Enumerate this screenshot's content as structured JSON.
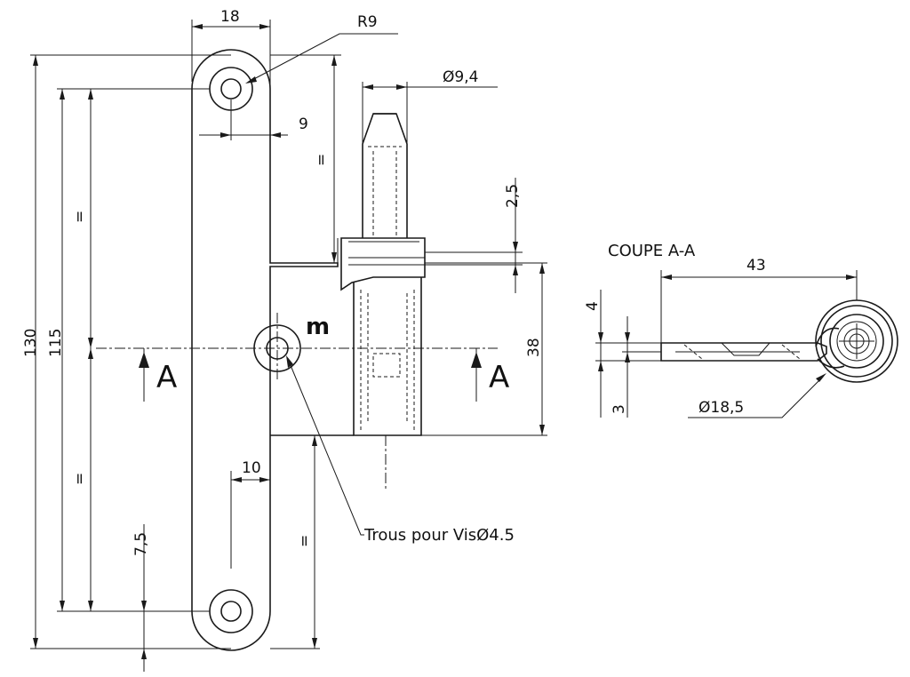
{
  "section_title": "COUPE A-A",
  "section_marks": [
    "A",
    "A"
  ],
  "note": "Trous pour VisØ4.5",
  "dimensions": {
    "width_18": "18",
    "radius": "R9",
    "dia_pin": "Ø9,4",
    "half_9": "9",
    "eq_top": "=",
    "eq_left_upper": "=",
    "eq_left_lower": "=",
    "eq_lower_right": "=",
    "dim_2_5": "2,5",
    "dim_38": "38",
    "dim_130": "130",
    "dim_115": "115",
    "dim_10": "10",
    "dim_7_5": "7,5",
    "sec_43": "43",
    "sec_4": "4",
    "sec_3": "3",
    "sec_dia": "Ø18,5"
  },
  "colors": {
    "ink": "#1a1a1a",
    "paper": "#ffffff"
  }
}
